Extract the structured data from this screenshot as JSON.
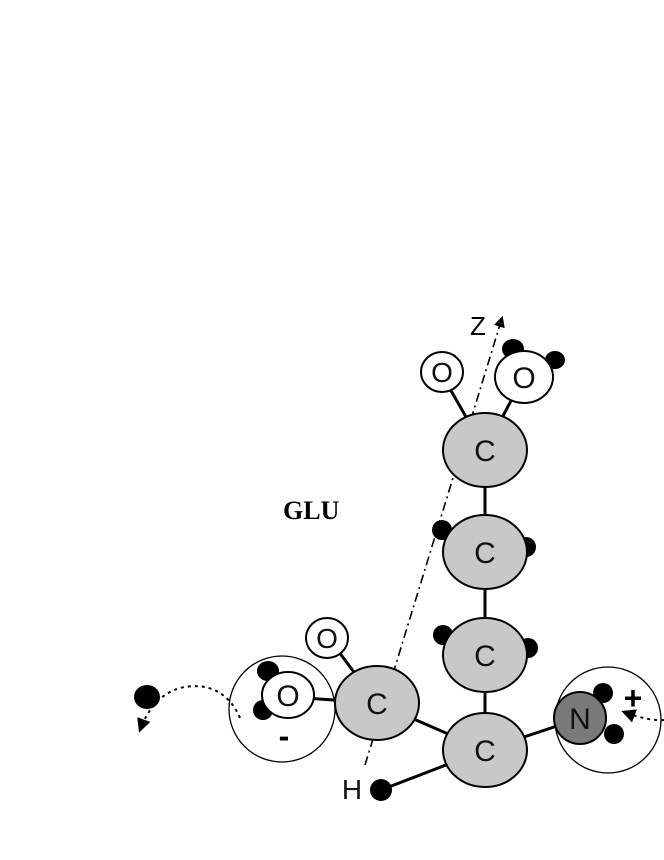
{
  "diagram": {
    "title": "GLU",
    "axis_label": "Z",
    "atoms": {
      "carbon": "C",
      "oxygen": "O",
      "nitrogen": "N",
      "hydrogen": "H"
    },
    "charges": {
      "negative": "-",
      "positive": "+"
    },
    "colors": {
      "carbon_fill": "#c8c8c8",
      "oxygen_fill": "#ffffff",
      "nitrogen_fill": "#7a7a7a",
      "hydrogen_fill": "#000000",
      "stroke": "#000000"
    }
  }
}
